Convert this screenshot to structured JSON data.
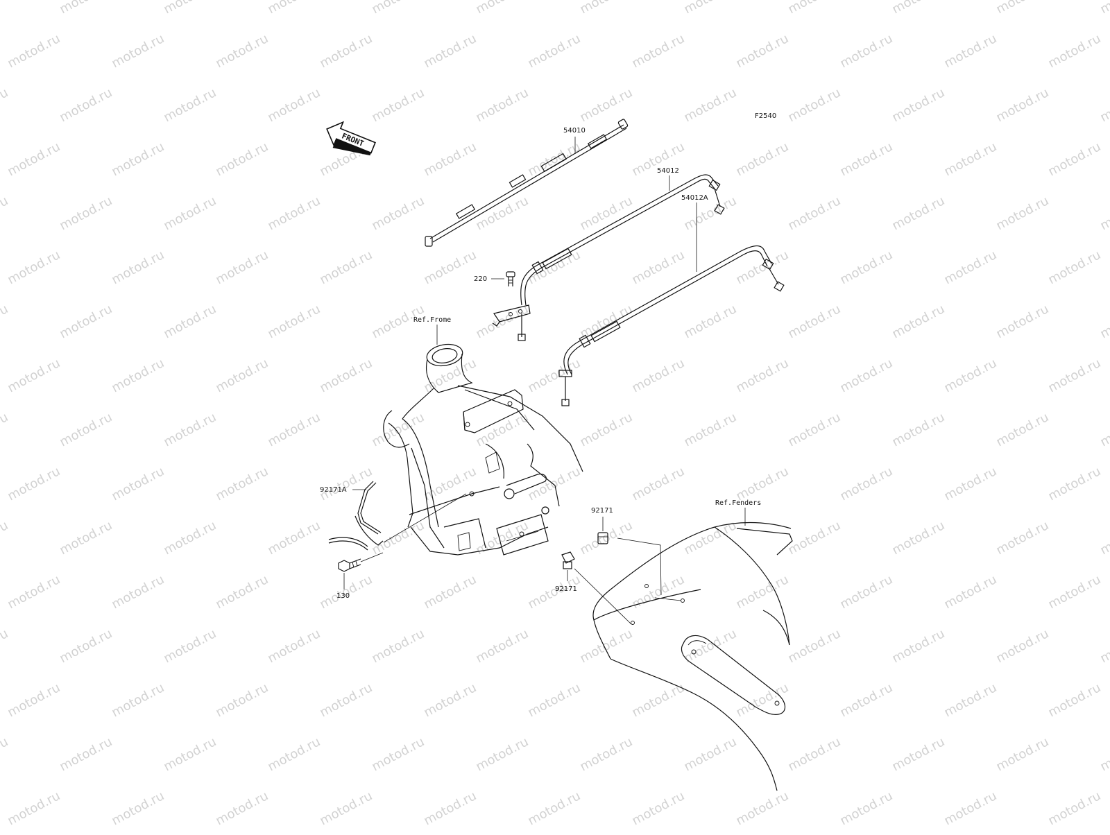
{
  "figure_code": "F2540",
  "front_arrow_label": "FRONT",
  "watermark_text": "motod.ru",
  "references": {
    "frame": "Ref.Frome",
    "fenders": "Ref.Fenders"
  },
  "parts": [
    {
      "id": "cable-54010",
      "number": "54010"
    },
    {
      "id": "cable-54012",
      "number": "54012"
    },
    {
      "id": "cable-54012a",
      "number": "54012A"
    },
    {
      "id": "screw-220",
      "number": "220"
    },
    {
      "id": "clamp-92171a",
      "number": "92171A"
    },
    {
      "id": "bolt-130",
      "number": "130"
    },
    {
      "id": "clamp-92171-upper",
      "number": "92171"
    },
    {
      "id": "clamp-92171-lower",
      "number": "92171"
    }
  ]
}
